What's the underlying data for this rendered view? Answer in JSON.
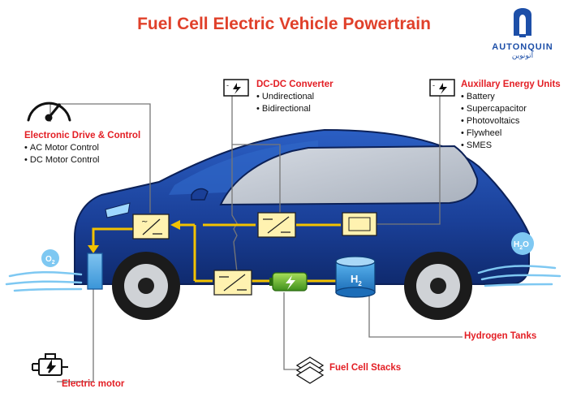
{
  "title": "Fuel Cell Electric Vehicle Powertrain",
  "logo": {
    "name": "AUTONQUIN",
    "subtitle": "اتونوين"
  },
  "electronic_drive": {
    "title": "Electronic Drive & Control",
    "items": [
      "AC Motor Control",
      "DC Motor Control"
    ]
  },
  "dcdc": {
    "title": "DC-DC Converter",
    "items": [
      "Undirectional",
      "Bidirectional"
    ]
  },
  "aux": {
    "title": "Auxillary Energy Units",
    "items": [
      "Battery",
      "Supercapacitor",
      "Photovoltaics",
      "Flywheel",
      "SMES"
    ]
  },
  "labels": {
    "hydrogen_tanks": "Hydrogen Tanks",
    "fuel_cell_stacks": "Fuel Cell Stacks",
    "electric_motor": "Electric motor"
  },
  "molecules": {
    "o2": "O",
    "o2_sub": "2",
    "h2o_h": "H",
    "h2o_sub": "2",
    "h2o_o": "O",
    "tank_h": "H",
    "tank_sub": "2"
  },
  "colors": {
    "title": "#e0402a",
    "label": "#e31e24",
    "car_body": "#1a3f97",
    "flow": "#f2c200",
    "box": "#fff2b0"
  }
}
